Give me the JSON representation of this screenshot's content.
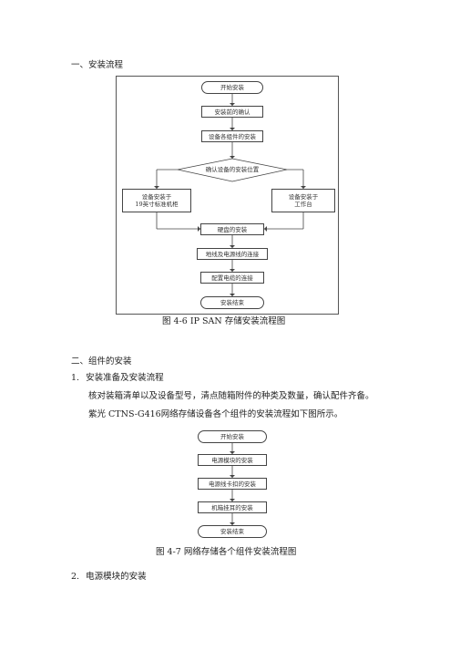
{
  "section1": {
    "heading": "一、安装流程"
  },
  "flow1": {
    "start": "开始安装",
    "step1": "安装前的确认",
    "step2": "设备各组件的安装",
    "decision": "确认设备的安装位置",
    "left_line1": "设备安装于",
    "left_line2": "19英寸标准机柜",
    "right_line1": "设备安装于",
    "right_line2": "工作台",
    "step3": "硬盘的安装",
    "step4": "地线及电源线的连接",
    "step5": "配置电缆的连接",
    "end": "安装结束"
  },
  "caption1": "图 4-6 IP SAN  存储安装流程图",
  "section2": {
    "heading": "二、组件的安装"
  },
  "sub1": {
    "number": "1.",
    "title": "安装准备及安装流程"
  },
  "para1": "核对装箱清单以及设备型号，清点随箱附件的种类及数量，确认配件齐备。",
  "para2": "紫光 CTNS-G416网络存储设备各个组件的安装流程如下图所示。",
  "flow2": {
    "start": "开始安装",
    "step1": "电源模块的安装",
    "step2": "电源线卡扣的安装",
    "step3": "机箱挂耳的安装",
    "end": "安装结束"
  },
  "caption2": "图 4-7  网络存储各个组件安装流程图",
  "sub2": {
    "number": "2.",
    "title": "电源模块的安装"
  }
}
